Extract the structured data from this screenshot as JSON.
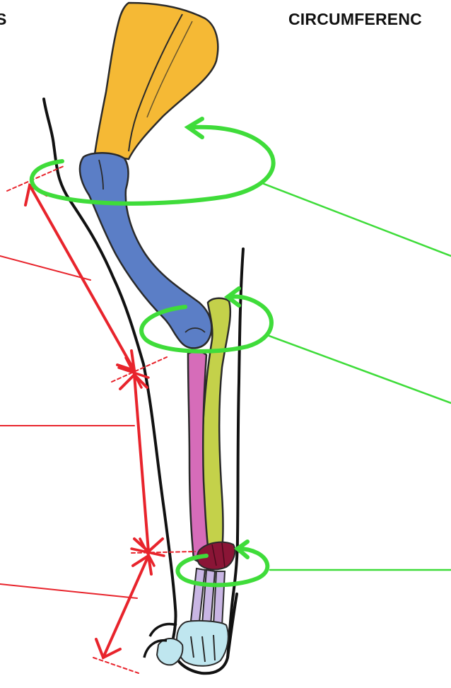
{
  "headings": {
    "left": "S",
    "right": "CIRCUMFERENC"
  },
  "colors": {
    "scapula": "#f5b935",
    "humerus": "#5b7ec6",
    "radius": "#c4d14a",
    "ulna": "#d66cb9",
    "carpus": "#8a1536",
    "metacarpals": "#c9b6e4",
    "phalanges": "#bfe6ef",
    "outline": "#111111",
    "length_marker": "#e8242c",
    "circumference_marker": "#3fdc3a"
  },
  "icons": {
    "length_arrow": "double-arrow",
    "circumference_ring": "ring-with-arrow"
  }
}
